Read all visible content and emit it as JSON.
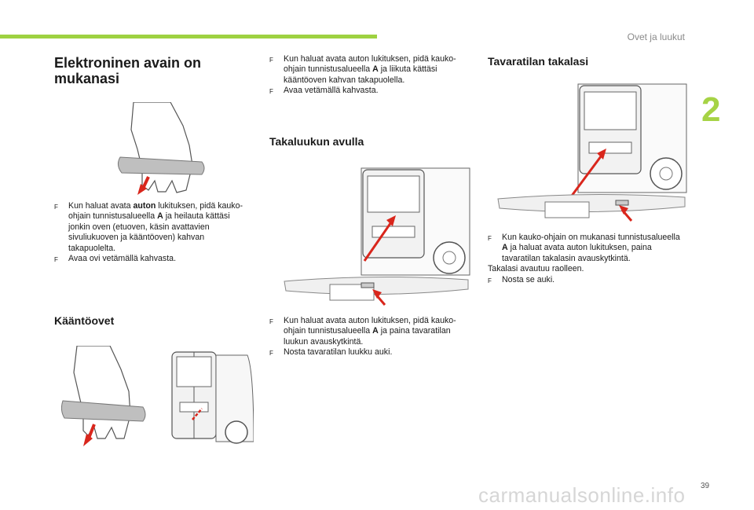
{
  "header": {
    "section": "Ovet ja luukut",
    "chapter": "2"
  },
  "col1": {
    "title": "Elektroninen avain on mukanasi",
    "bullets": [
      {
        "marker": "F",
        "pre": "Kun haluat avata ",
        "bold1": "auton",
        "mid": " lukituksen, pidä kauko-ohjain tunnistusalueella ",
        "bold2": "A",
        "post": " ja heilauta kättäsi jonkin oven (etuoven, käsin avattavien sivuliukuoven ja kääntöoven) kahvan takapuolelta."
      },
      {
        "marker": "F",
        "text": "Avaa ovi vetämällä kahvasta."
      }
    ],
    "heading2": "Kääntöovet"
  },
  "col2": {
    "bullets_top": [
      {
        "marker": "F",
        "pre": "Kun haluat avata auton lukituksen, pidä kauko-ohjain tunnistusalueella ",
        "bold": "A",
        "post": " ja liikuta kättäsi kääntöoven kahvan takapuolella."
      },
      {
        "marker": "F",
        "text": "Avaa vetämällä kahvasta."
      }
    ],
    "heading": "Takaluukun avulla",
    "bullets_bottom": [
      {
        "marker": "F",
        "pre": "Kun haluat avata auton lukituksen, pidä kauko-ohjain tunnistusalueella ",
        "bold": "A",
        "post": " ja paina tavaratilan luukun avauskytkintä."
      },
      {
        "marker": "F",
        "text": "Nosta tavaratilan luukku auki."
      }
    ]
  },
  "col3": {
    "heading": "Tavaratilan takalasi",
    "bullet1": {
      "marker": "F",
      "pre": "Kun kauko-ohjain on mukanasi tunnistusalueella ",
      "bold": "A",
      "post": " ja haluat avata auton lukituksen, paina tavaratilan takalasin avauskytkintä."
    },
    "plain": "Takalasi avautuu raolleen.",
    "bullet2": {
      "marker": "F",
      "text": "Nosta se auki."
    }
  },
  "footer": {
    "page": "39",
    "watermark": "carmanualsonline.info"
  }
}
